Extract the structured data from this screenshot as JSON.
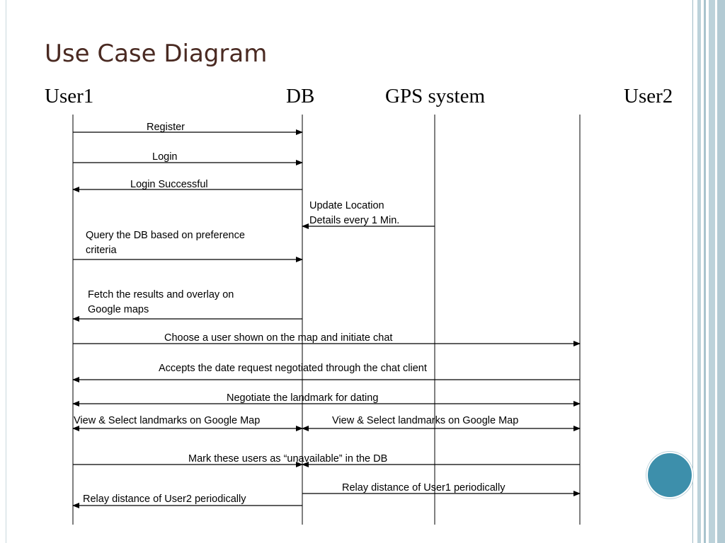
{
  "slide": {
    "title": "Use Case Diagram"
  },
  "participants": [
    {
      "id": "user1",
      "label": "User1"
    },
    {
      "id": "db",
      "label": "DB"
    },
    {
      "id": "gps",
      "label": "GPS system"
    },
    {
      "id": "user2",
      "label": "User2"
    }
  ],
  "messages": [
    {
      "from": "user1",
      "to": "db",
      "label_lines": [
        "Register"
      ]
    },
    {
      "from": "user1",
      "to": "db",
      "label_lines": [
        "Login"
      ]
    },
    {
      "from": "db",
      "to": "user1",
      "label_lines": [
        "Login Successful"
      ]
    },
    {
      "from": "gps",
      "to": "db",
      "label_lines": [
        "Update Location",
        "Details every 1 Min."
      ]
    },
    {
      "from": "user1",
      "to": "db",
      "label_lines": [
        "Query the DB based on preference",
        "criteria"
      ]
    },
    {
      "from": "db",
      "to": "user1",
      "label_lines": [
        "Fetch the results and overlay on",
        "Google maps"
      ]
    },
    {
      "from": "user1",
      "to": "user2",
      "label_lines": [
        "Choose a user shown on the map and initiate chat"
      ]
    },
    {
      "from": "user2",
      "to": "user1",
      "label_lines": [
        "Accepts the date request negotiated through the chat client"
      ]
    },
    {
      "from": "user1",
      "to": "user2",
      "bidirectional": true,
      "label_lines": [
        "Negotiate the landmark for dating"
      ]
    },
    {
      "from": "user1",
      "to": "db",
      "bidirectional": true,
      "label_lines": [
        "View & Select landmarks on Google Map"
      ]
    },
    {
      "from": "db",
      "to": "user2",
      "bidirectional": true,
      "label_lines": [
        "View & Select landmarks on Google Map"
      ]
    },
    {
      "from": "user1",
      "to": "db",
      "label_lines": [
        "Mark these users as “unavailable” in the DB"
      ]
    },
    {
      "from": "user2",
      "to": "db",
      "label_lines": []
    },
    {
      "from": "db",
      "to": "user2",
      "label_lines": [
        "Relay distance of User1 periodically"
      ]
    },
    {
      "from": "db",
      "to": "user1",
      "label_lines": [
        "Relay distance of User2 periodically"
      ]
    }
  ]
}
